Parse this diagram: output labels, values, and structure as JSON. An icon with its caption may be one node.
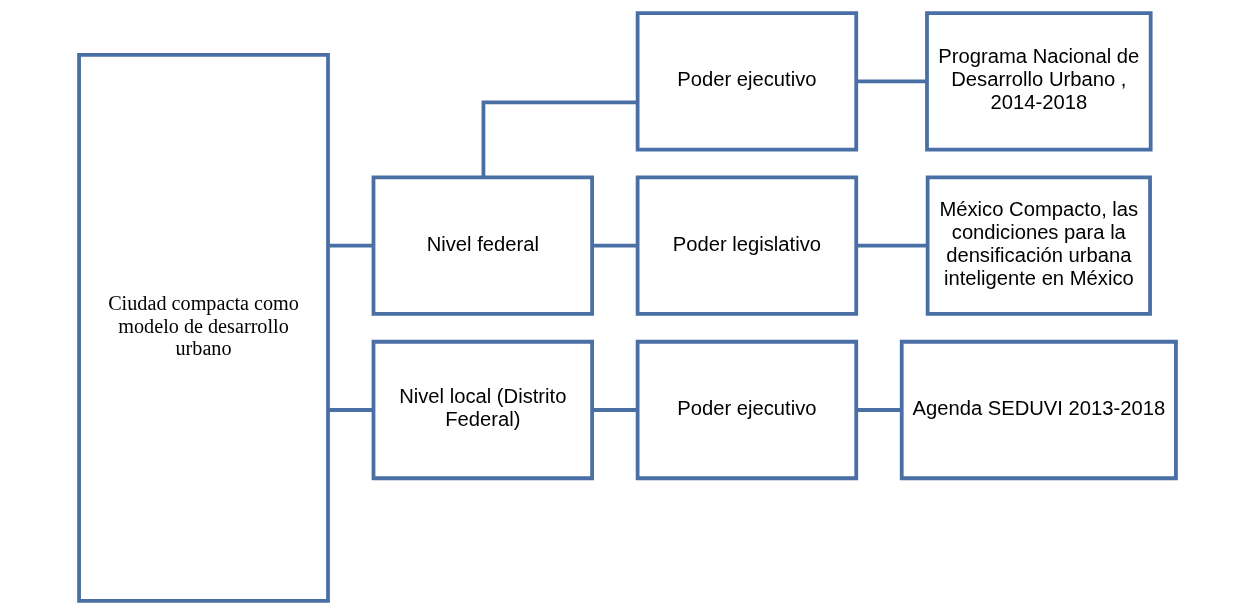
{
  "diagram": {
    "nodes": [
      {
        "text": [
          "Ciudad compacta como modelo de desarrollo urbano"
        ]
      },
      {
        "text": [
          "Nivel federal"
        ]
      },
      {
        "text": [
          "Nivel local (Distrito Federal)"
        ]
      },
      {
        "text": [
          "Poder ejecutivo"
        ]
      },
      {
        "text": [
          "Poder legislativo"
        ]
      },
      {
        "text": [
          "Poder ejecutivo"
        ]
      },
      {
        "text": [
          "Programa Nacional de Desarrollo Urbano , 2014-2018"
        ]
      },
      {
        "text": [
          "México Compacto, las condiciones para la densificación urbana inteligente en México"
        ]
      },
      {
        "text": [
          "Agenda SEDUVI 2013-2018"
        ]
      }
    ],
    "edges": [
      {
        "from": 0,
        "to": 1,
        "arrow": "none"
      },
      {
        "from": 0,
        "to": 2,
        "arrow": "none"
      },
      {
        "from": 1,
        "to": 3,
        "arrow": "none"
      },
      {
        "from": 1,
        "to": 4,
        "arrow": "none"
      },
      {
        "from": 3,
        "to": 6,
        "arrow": "none"
      },
      {
        "from": 4,
        "to": 7,
        "arrow": "none"
      },
      {
        "from": 2,
        "to": 5,
        "arrow": "none"
      },
      {
        "from": 5,
        "to": 8,
        "arrow": "none"
      }
    ]
  }
}
